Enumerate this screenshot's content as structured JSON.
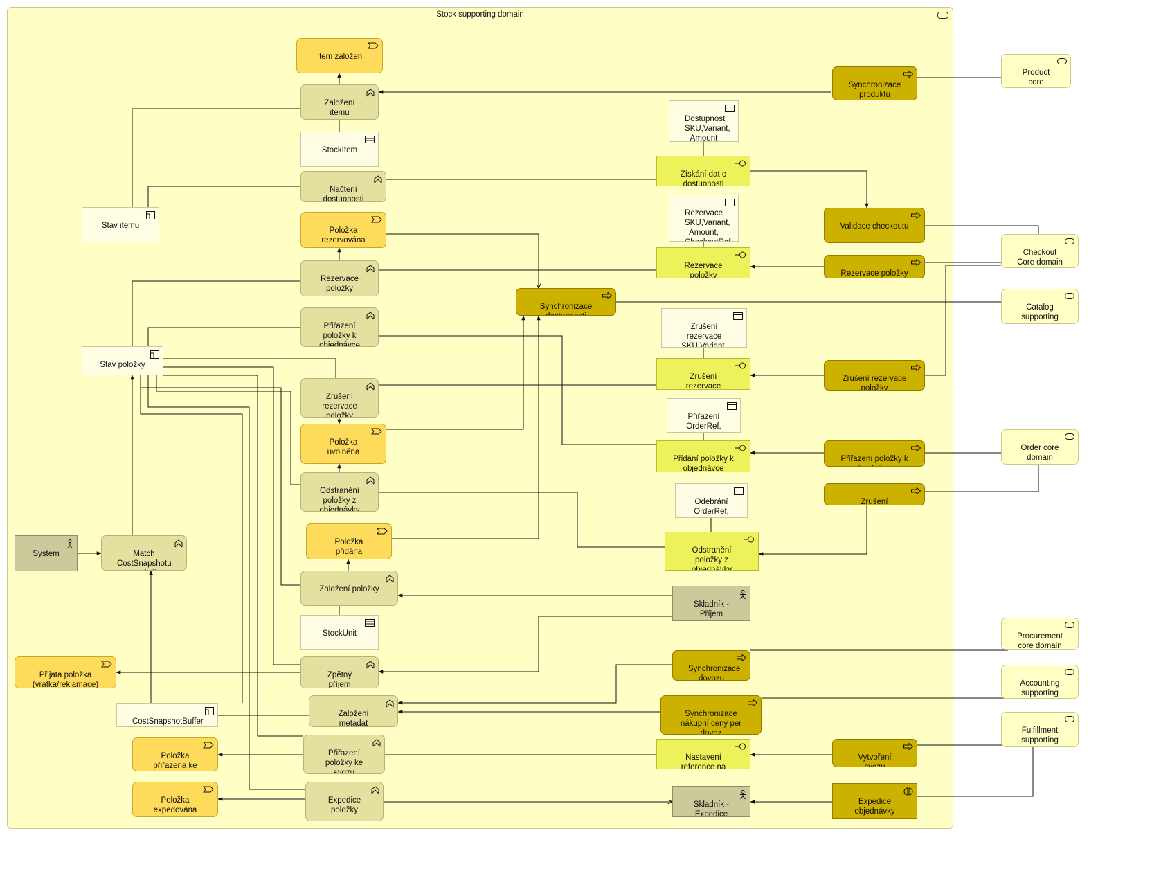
{
  "diagram": {
    "title": "Stock supporting domain",
    "nodes": {
      "item_zalozen": "Item založen",
      "zalozeni_itemu": "Založení itemu",
      "stock_item": "StockItem",
      "nacteni_dostupnosti": "Načtení\ndostupnosti",
      "stav_itemu": "Stav itemu",
      "polozka_rezervovana": "Položka\nrezervována",
      "rezervace_polozky_proc": "Rezervace\npoložky",
      "prirazeni_polozky_k_objednavce_proc": "Přiřazení\npoložky k\nobjednávce",
      "stav_polozky": "Stav položky",
      "zruseni_rezervace_polozky_proc": "Zrušení\nrezervace\npoložky",
      "polozka_uvolnena": "Položka\nuvolněna",
      "odstraneni_polozky_z_objednavky_proc": "Odstranění\npoložky z\nobjednávky",
      "system": "System",
      "match_costsnapshotu": "Match\nCostSnapshotu\nna položku",
      "polozka_pridana": "Položka přidána",
      "zalozeni_polozky": "Založení položky",
      "stock_unit": "StockUnit",
      "prijata_polozka": "Přijata položka\n(vratka/reklamace)",
      "zpetny_prijem_polozky": "Zpětný příjem\npoložky",
      "cost_snapshot_buffer": "CostSnapshotBuffer",
      "zalozeni_metadat_dovozu": "Založení metadat\ndovozu",
      "polozka_prirazena_ke_svozu": "Položka\npřiřazena ke\nsvozu",
      "prirazeni_polozky_ke_svozu": "Přiřazení\npoložky ke\nsvozu",
      "polozka_expedovana": "Položka\nexpedována",
      "expedice_polozky": "Expedice\npoložky",
      "synchronizace_dostupnosti": "Synchronizace\ndostupnosti",
      "dostupnost_obj": "Dostupnost\nSKU,Variant,\nAmount",
      "ziskani_dat_o_dostupnosti": "Získání dat o\ndostupnosti",
      "rezervace_obj": "Rezervace\nSKU,Variant,\nAmount,\nCheckoutRef",
      "rezervace_polozky_ifc": "Rezervace položky",
      "zruseni_rezervace_obj": "Zrušení rezervace\nSKU,Variant,\nCheckoutRef",
      "zruseni_rezervace_ifc": "Zrušení rezervace",
      "prirazeni_obj": "Přiřazení\nOrderRef,\nserial",
      "pridani_polozky_k_objednavce_ifc": "Přidání položky k\nobjednávce",
      "odebrani_obj": "Odebrání\nOrderRef,\nserial",
      "odstraneni_polozky_z_objednavky_ifc": "Odstranění\npoložky z\nobjednávky",
      "skladnik_prijem": "Skladník -\nPříjem",
      "synchronizace_dovozu": "Synchronizace\ndovozu",
      "synchronizace_nakupni_ceny": "Synchronizace\nnákupní ceny per\ndovoz",
      "nastaveni_reference_na_svoz": "Nastavení\nreference na svoz",
      "skladnik_expedice": "Skladník -\nExpedice",
      "synchronizace_produktu": "Synchronizace\nproduktu",
      "validace_checkoutu": "Validace checkoutu",
      "rezervace_polozky_svc": "Rezervace položky",
      "zruseni_rezervace_polozky_svc": "Zrušení rezervace\npoložky",
      "prirazeni_polozky_k_objednavce_svc": "Přiřazení položky k\nobjednávce",
      "zruseni_objednavky": "Zrušení objednávky",
      "vytvoreni_svozu": "Vytvoření svozu",
      "expedice_objednavky": "Expedice\nobjednávky",
      "product_core_domain": "Product\ncore\ndomain",
      "checkout_core_domain": "Checkout\nCore domain",
      "catalog_supporting_domain": "Catalog\nsupporting\ndomain",
      "order_core_domain": "Order core\ndomain",
      "procurement_core_domain": "Procurement\ncore domain",
      "accounting_supporting_domain": "Accounting\nsupporting\ndomain",
      "fulfillment_supporting_domain": "Fulfillment\nsupporting\ndomain"
    }
  }
}
